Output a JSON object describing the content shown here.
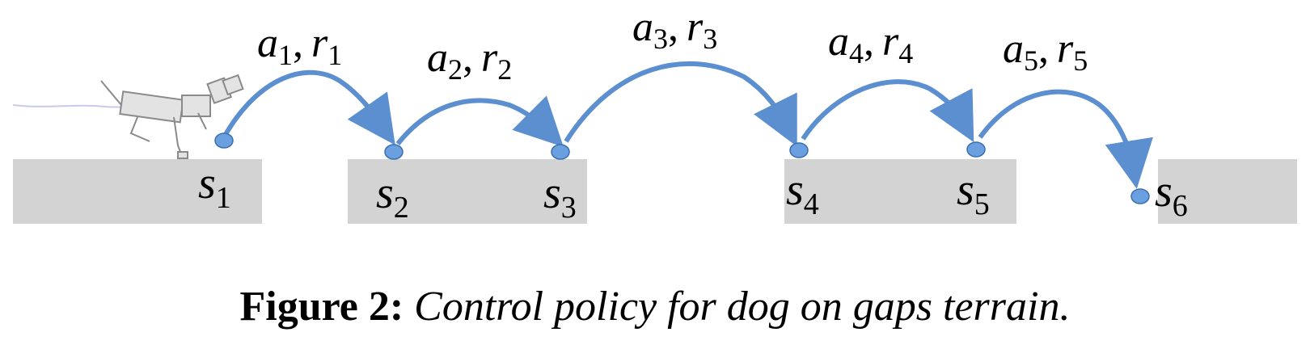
{
  "diagram": {
    "colors": {
      "arrow": "#5b8fd0",
      "state_dot": "#6a9fe0",
      "platform": "#d3d3d3",
      "dog": "#8a8a8a"
    },
    "actions": [
      {
        "a": "a",
        "a_sub": "1",
        "r": "r",
        "r_sub": "1"
      },
      {
        "a": "a",
        "a_sub": "2",
        "r": "r",
        "r_sub": "2"
      },
      {
        "a": "a",
        "a_sub": "3",
        "r": "r",
        "r_sub": "3"
      },
      {
        "a": "a",
        "a_sub": "4",
        "r": "r",
        "r_sub": "4"
      },
      {
        "a": "a",
        "a_sub": "5",
        "r": "r",
        "r_sub": "5"
      }
    ],
    "states": [
      {
        "sym": "s",
        "sub": "1"
      },
      {
        "sym": "s",
        "sub": "2"
      },
      {
        "sym": "s",
        "sub": "3"
      },
      {
        "sym": "s",
        "sub": "4"
      },
      {
        "sym": "s",
        "sub": "5"
      },
      {
        "sym": "s",
        "sub": "6"
      }
    ]
  },
  "caption": {
    "label": "Figure 2:",
    "text": "Control policy for dog on gaps terrain."
  }
}
